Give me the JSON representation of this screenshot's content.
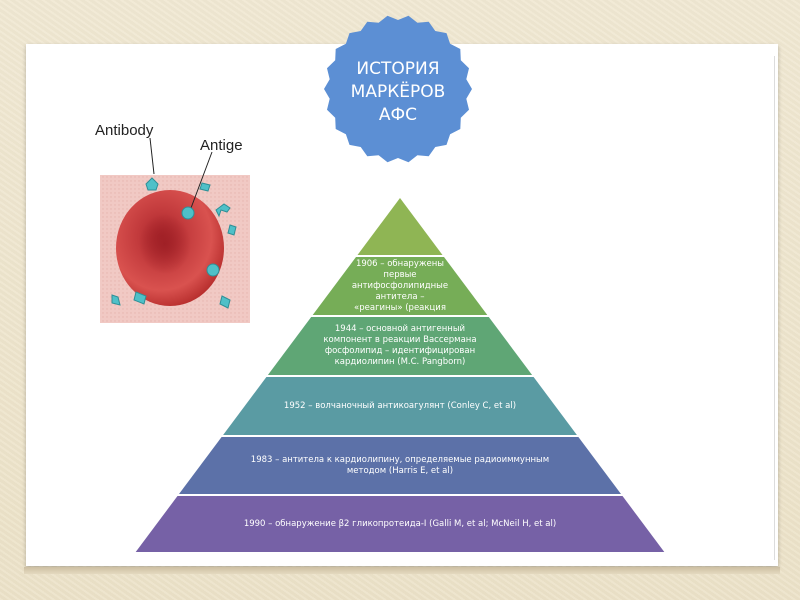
{
  "title": {
    "lines": [
      "ИСТОРИЯ",
      "МАРКЁРОВ",
      "АФС"
    ]
  },
  "illustration": {
    "label_antibody": "Antibody",
    "label_antigen": "Antige"
  },
  "pyramid": {
    "tiers": [
      {
        "lines": [
          ""
        ],
        "color": "#8fb554"
      },
      {
        "lines": [
          "1906 – обнаружены",
          "первые",
          "антифосфолипидные",
          "антитела –",
          "«реагины» (реакция"
        ],
        "color": "#76ad57"
      },
      {
        "lines": [
          "1944 – основной антигенный",
          "компонент в реакции Вассермана",
          "фосфолипид – идентифицирован",
          "кардиолипин (M.C. Pangborn)"
        ],
        "color": "#5fa675"
      },
      {
        "lines": [
          "1952 – волчаночный антикоагулянт (Conley C, et al)"
        ],
        "color": "#5a9ba3"
      },
      {
        "lines": [
          "1983 – антитела к кардиолипину, определяемые радиоиммунным",
          "методом (Harris E, et al)"
        ],
        "color": "#5c71a8"
      },
      {
        "lines": [
          "1990 – обнаружение β2 гликопротеида-I (Galli M, et al; McNeil H, et al)"
        ],
        "color": "#7661a6"
      }
    ]
  },
  "colors": {
    "badge": "#5c8fd4",
    "background": "#efe6cf",
    "slide": "#ffffff"
  }
}
